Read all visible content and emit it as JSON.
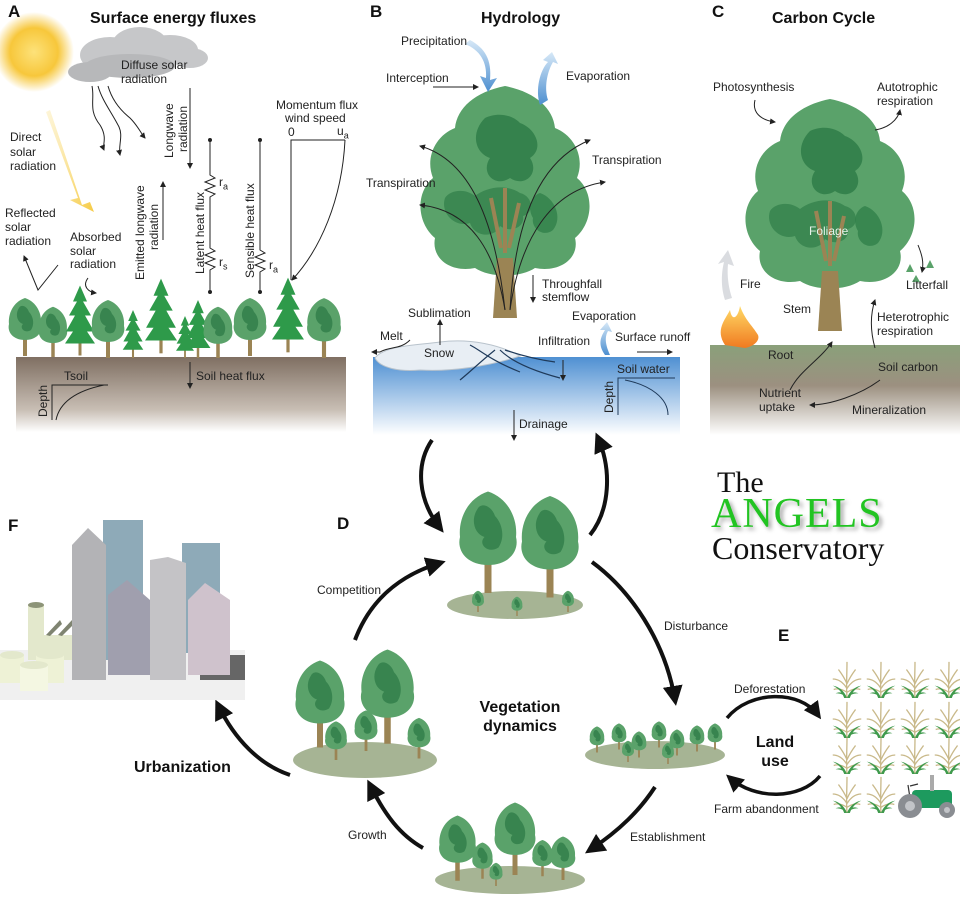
{
  "panels": {
    "a": {
      "letter": "A",
      "title": "Surface energy fluxes",
      "labels": {
        "diffuse": [
          "Diffuse solar",
          "radiation"
        ],
        "direct": [
          "Direct",
          "solar",
          "radiation"
        ],
        "reflected": [
          "Reflected",
          "solar",
          "radiation"
        ],
        "absorbed": [
          "Absorbed",
          "solar",
          "radiation"
        ],
        "longwave": [
          "Longwave",
          "radiation"
        ],
        "emitted": [
          "Emitted longwave",
          "radiation"
        ],
        "latent": "Latent heat flux",
        "sensible": "Sensible heat flux",
        "momentum": [
          "Momentum flux",
          "wind speed"
        ],
        "wind_zero": "0",
        "wind_ua": "u",
        "wind_ua_sub": "a",
        "ra": "r",
        "ra_sub": "a",
        "rs": "r",
        "rs_sub": "s",
        "soil_heat": "Soil heat flux",
        "tsoil": "Tsoil",
        "depth": "Depth"
      }
    },
    "b": {
      "letter": "B",
      "title": "Hydrology",
      "labels": {
        "precipitation": "Precipitation",
        "interception": "Interception",
        "evaporation_top": "Evaporation",
        "transpiration_left": "Transpiration",
        "transpiration_right": "Transpiration",
        "throughfall": [
          "Throughfall",
          "stemflow"
        ],
        "sublimation": "Sublimation",
        "melt": "Melt",
        "snow": "Snow",
        "evaporation_ground": "Evaporation",
        "infiltration": "Infiltration",
        "surface_runoff": "Surface runoff",
        "soil_water": "Soil water",
        "depth": "Depth",
        "drainage": "Drainage"
      }
    },
    "c": {
      "letter": "C",
      "title": "Carbon Cycle",
      "labels": {
        "photosynthesis": "Photosynthesis",
        "autotrophic": [
          "Autotrophic",
          "respiration"
        ],
        "foliage": "Foliage",
        "fire": "Fire",
        "litterfall": "Litterfall",
        "stem": "Stem",
        "heterotrophic": [
          "Heterotrophic",
          "respiration"
        ],
        "root": "Root",
        "soil_carbon": "Soil carbon",
        "nutrient": [
          "Nutrient",
          "uptake"
        ],
        "mineralization": "Mineralization"
      }
    },
    "d": {
      "letter": "D",
      "center": [
        "Vegetation",
        "dynamics"
      ],
      "labels": {
        "competition": "Competition",
        "disturbance": "Disturbance",
        "establishment": "Establishment",
        "growth": "Growth"
      }
    },
    "e": {
      "letter": "E",
      "center": [
        "Land",
        "use"
      ],
      "labels": {
        "deforestation": "Deforestation",
        "farm_abandonment": "Farm abandonment"
      }
    },
    "f": {
      "letter": "F",
      "urbanization": "Urbanization"
    }
  },
  "logo": {
    "the": "The",
    "angels": "ANGELS",
    "conservatory": "Conservatory"
  },
  "colors": {
    "tree_light": "#5aa26a",
    "tree_dark": "#2f7d48",
    "trunk": "#9b8454",
    "soil": "#8a7a6c",
    "water": "#5b9ad6",
    "sun": "#f7c73b",
    "logo_green": "#22c422"
  }
}
